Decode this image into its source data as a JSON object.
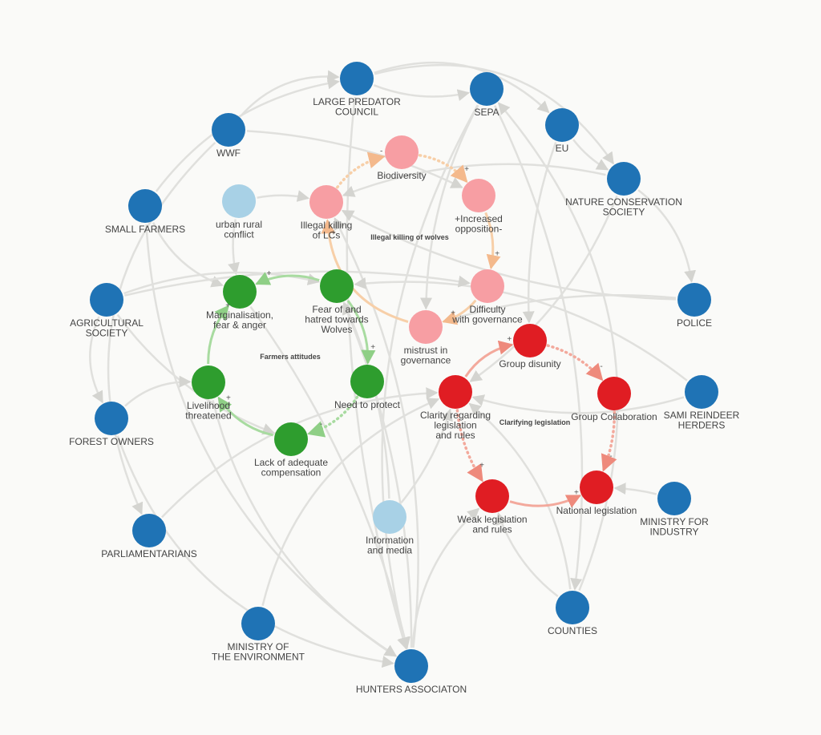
{
  "colors": {
    "actor": "#1f73b5",
    "actor_light": "#a8d1e6",
    "pink": "#f79ea3",
    "green": "#2e9d2e",
    "red": "#e01d23",
    "background_edge": "#e0e0dd",
    "orange_edge": "#f7cfa8",
    "green_edge": "#a8dba0",
    "red_edge": "#f3a99c"
  },
  "nodes": {
    "large_predator_council": {
      "lines": [
        "LARGE PREDATOR",
        "COUNCIL"
      ],
      "kind": "actor"
    },
    "sepa": {
      "lines": [
        "SEPA"
      ],
      "kind": "actor"
    },
    "wwf": {
      "lines": [
        "WWF"
      ],
      "kind": "actor"
    },
    "eu": {
      "lines": [
        "EU"
      ],
      "kind": "actor"
    },
    "nature_conservation_society": {
      "lines": [
        "NATURE CONSERVATION",
        "SOCIETY"
      ],
      "kind": "actor"
    },
    "small_farmers": {
      "lines": [
        "SMALL FARMERS"
      ],
      "kind": "actor"
    },
    "urban_rural_conflict": {
      "lines": [
        "urban rural",
        "conflict"
      ],
      "kind": "actor_light"
    },
    "biodiversity": {
      "lines": [
        "Biodiversity"
      ],
      "kind": "pink"
    },
    "illegal_killing_lcs": {
      "lines": [
        "Illegal killing",
        "of LCs"
      ],
      "kind": "pink"
    },
    "increased_opposition": {
      "lines": [
        "+Increased",
        "opposition-"
      ],
      "kind": "pink"
    },
    "agricultural_society": {
      "lines": [
        "AGRICULTURAL",
        "SOCIETY"
      ],
      "kind": "actor"
    },
    "marginalisation": {
      "lines": [
        "Marginalisation,",
        "fear & anger"
      ],
      "kind": "green"
    },
    "fear_hatred": {
      "lines": [
        "Fear of and",
        "hatred towards",
        "Wolves"
      ],
      "kind": "green"
    },
    "difficulty_governance": {
      "lines": [
        "Difficulty",
        "with governance"
      ],
      "kind": "pink"
    },
    "police": {
      "lines": [
        "POLICE"
      ],
      "kind": "actor"
    },
    "mistrust_governance": {
      "lines": [
        "mistrust in",
        "governance"
      ],
      "kind": "pink"
    },
    "group_disunity": {
      "lines": [
        "Group disunity"
      ],
      "kind": "red"
    },
    "livelihood_threatened": {
      "lines": [
        "Livelihood",
        "threatened"
      ],
      "kind": "green"
    },
    "need_to_protect": {
      "lines": [
        "Need to protect"
      ],
      "kind": "green"
    },
    "clarity_legislation": {
      "lines": [
        "Clarity regarding",
        "legislation",
        "and rules"
      ],
      "kind": "red"
    },
    "group_collaboration": {
      "lines": [
        "Group Collaboration"
      ],
      "kind": "red"
    },
    "sami_reindeer_herders": {
      "lines": [
        "SAMI REINDEER",
        "HERDERS"
      ],
      "kind": "actor"
    },
    "forest_owners": {
      "lines": [
        "FOREST OWNERS"
      ],
      "kind": "actor"
    },
    "lack_compensation": {
      "lines": [
        "Lack of adequate",
        "compensation"
      ],
      "kind": "green"
    },
    "weak_legislation": {
      "lines": [
        "Weak legislation",
        "and rules"
      ],
      "kind": "red"
    },
    "national_legislation": {
      "lines": [
        "National legislation"
      ],
      "kind": "red"
    },
    "ministry_for_industry": {
      "lines": [
        "MINISTRY FOR",
        "INDUSTRY"
      ],
      "kind": "actor"
    },
    "parliamentarians": {
      "lines": [
        "PARLIAMENTARIANS"
      ],
      "kind": "actor"
    },
    "information_media": {
      "lines": [
        "Information",
        "and media"
      ],
      "kind": "actor_light"
    },
    "counties": {
      "lines": [
        "COUNTIES"
      ],
      "kind": "actor"
    },
    "ministry_of_environment": {
      "lines": [
        "MINISTRY OF",
        "THE ENVIRONMENT"
      ],
      "kind": "actor"
    },
    "hunters_association": {
      "lines": [
        "HUNTERS ASSOCIATON"
      ],
      "kind": "actor"
    }
  },
  "loop_labels": {
    "wolves_loop": "Illegal killing of wolves",
    "farmers_loop": "Farmers attitudes",
    "legislation_loop": "Clarifying legislation"
  },
  "links": [
    {
      "from": "biodiversity",
      "to": "increased_opposition",
      "group": "orange",
      "style": "dotted",
      "polarity": "+"
    },
    {
      "from": "increased_opposition",
      "to": "difficulty_governance",
      "group": "orange",
      "style": "solid",
      "polarity": "+"
    },
    {
      "from": "difficulty_governance",
      "to": "mistrust_governance",
      "group": "orange",
      "style": "solid",
      "polarity": "+"
    },
    {
      "from": "mistrust_governance",
      "to": "illegal_killing_lcs",
      "group": "orange",
      "style": "solid",
      "polarity": "+"
    },
    {
      "from": "illegal_killing_lcs",
      "to": "biodiversity",
      "group": "orange",
      "style": "dotted",
      "polarity": "-"
    },
    {
      "from": "fear_hatred",
      "to": "marginalisation",
      "group": "green",
      "style": "solid",
      "polarity": "+"
    },
    {
      "from": "fear_hatred",
      "to": "need_to_protect",
      "group": "green",
      "style": "solid",
      "polarity": "+"
    },
    {
      "from": "need_to_protect",
      "to": "lack_compensation",
      "group": "green",
      "style": "dotted",
      "polarity": "-"
    },
    {
      "from": "lack_compensation",
      "to": "livelihood_threatened",
      "group": "green",
      "style": "solid",
      "polarity": "+"
    },
    {
      "from": "livelihood_threatened",
      "to": "marginalisation",
      "group": "green",
      "style": "solid",
      "polarity": "+"
    },
    {
      "from": "clarity_legislation",
      "to": "group_disunity",
      "group": "red",
      "style": "solid",
      "polarity": "+"
    },
    {
      "from": "group_disunity",
      "to": "group_collaboration",
      "group": "red",
      "style": "dotted",
      "polarity": "-"
    },
    {
      "from": "group_collaboration",
      "to": "national_legislation",
      "group": "red",
      "style": "dotted",
      "polarity": "-"
    },
    {
      "from": "clarity_legislation",
      "to": "weak_legislation",
      "group": "red",
      "style": "dotted",
      "polarity": "+"
    },
    {
      "from": "weak_legislation",
      "to": "national_legislation",
      "group": "red",
      "style": "solid",
      "polarity": "+"
    }
  ]
}
